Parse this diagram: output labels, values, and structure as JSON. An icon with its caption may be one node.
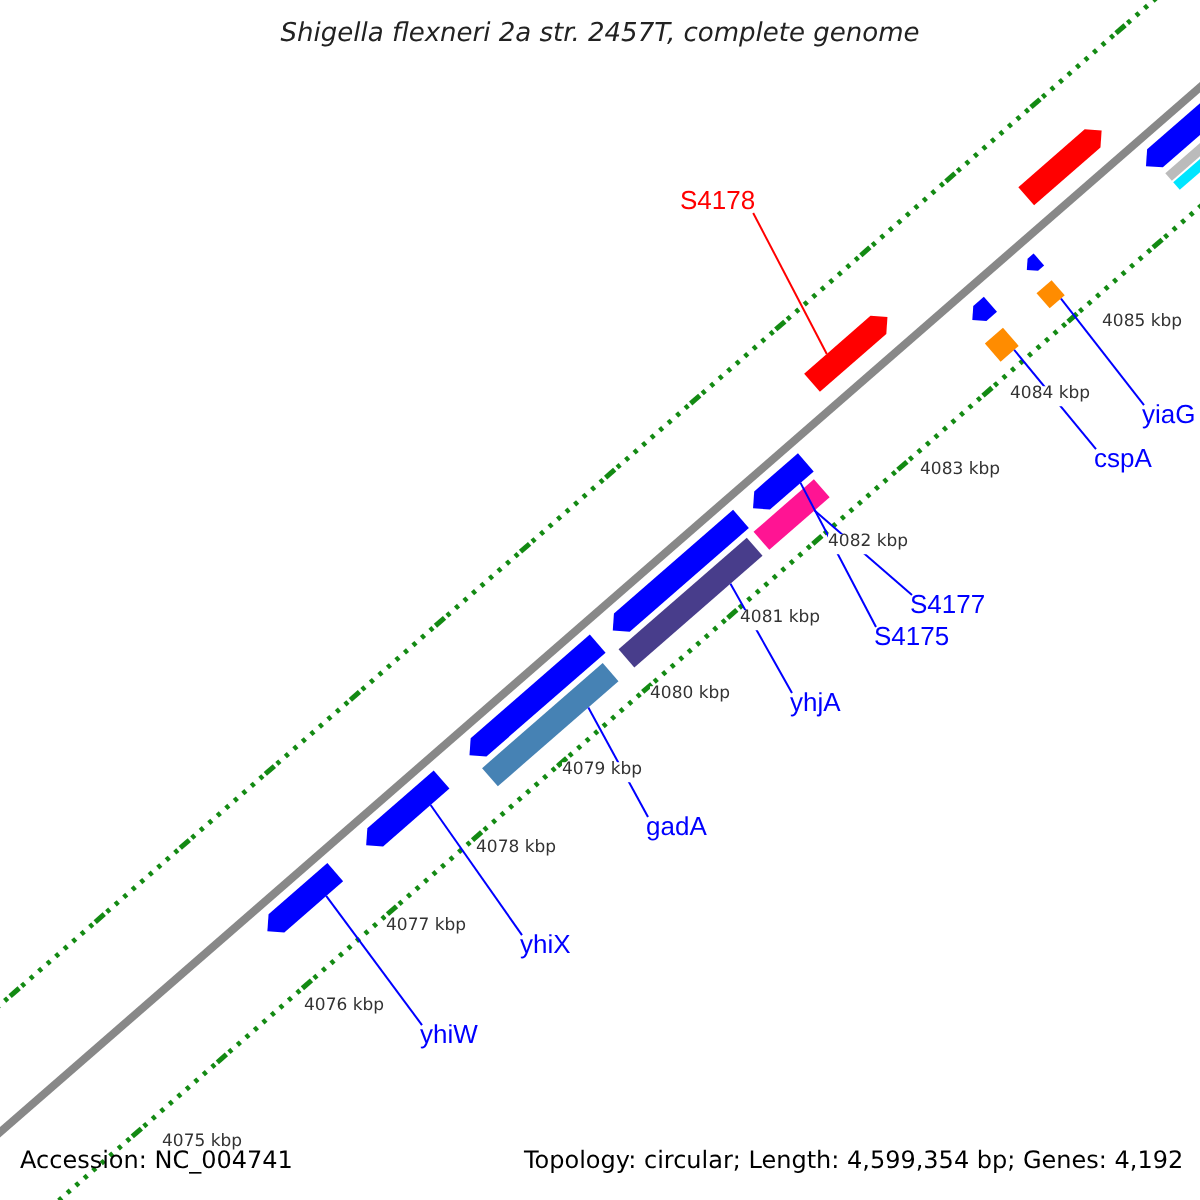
{
  "diagram": {
    "title": "Shigella flexneri 2a str. 2457T, complete genome",
    "nodes": [
      {
        "text": [
          "S4178"
        ]
      },
      {
        "text": [
          "yiaG"
        ]
      },
      {
        "text": [
          "cspA"
        ]
      },
      {
        "text": [
          "S4177"
        ]
      },
      {
        "text": [
          "S4175"
        ]
      },
      {
        "text": [
          "yhjA"
        ]
      },
      {
        "text": [
          "gadA"
        ]
      },
      {
        "text": [
          "yhiX"
        ]
      },
      {
        "text": [
          "yhiW"
        ]
      },
      {
        "text": [],
        "shape": "pentagon"
      },
      {
        "text": [],
        "shape": "pentagon"
      },
      {
        "text": [],
        "shape": "bar"
      },
      {
        "text": [],
        "shape": "pentagon"
      },
      {
        "text": [],
        "shape": "bar"
      },
      {
        "text": [],
        "shape": "pentagon"
      },
      {
        "text": [],
        "shape": "bar"
      },
      {
        "text": [],
        "shape": "pentagon"
      },
      {
        "text": [],
        "shape": "pentagon"
      },
      {
        "text": [],
        "shape": "bar"
      },
      {
        "text": [],
        "shape": "pentagon"
      },
      {
        "text": [],
        "shape": "bar"
      },
      {
        "text": [],
        "shape": "pentagon"
      },
      {
        "text": [],
        "shape": "pentagon"
      },
      {
        "text": [],
        "shape": "pentagon"
      },
      {
        "text": [],
        "shape": "bar"
      },
      {
        "text": [],
        "shape": "bar"
      }
    ],
    "edges": [
      {
        "from": 0,
        "to": 17,
        "arrow": "none",
        "color": "#ff0000"
      },
      {
        "from": 1,
        "to": 20,
        "arrow": "none"
      },
      {
        "from": 2,
        "to": 18,
        "arrow": "none"
      },
      {
        "from": 3,
        "to": 15,
        "arrow": "none"
      },
      {
        "from": 4,
        "to": 16,
        "arrow": "none"
      },
      {
        "from": 5,
        "to": 13,
        "arrow": "none"
      },
      {
        "from": 6,
        "to": 11,
        "arrow": "none"
      },
      {
        "from": 7,
        "to": 10,
        "arrow": "none"
      },
      {
        "from": 8,
        "to": 9,
        "arrow": "none"
      }
    ],
    "labels": [
      "4075 kbp",
      "4076 kbp",
      "4077 kbp",
      "4078 kbp",
      "4079 kbp",
      "4080 kbp",
      "4081 kbp",
      "4082 kbp",
      "4083 kbp",
      "4084 kbp",
      "4085 kbp",
      "Accession: NC_004741",
      "Topology: circular; Length: 4,599,354 bp; Genes: 4,192"
    ]
  }
}
